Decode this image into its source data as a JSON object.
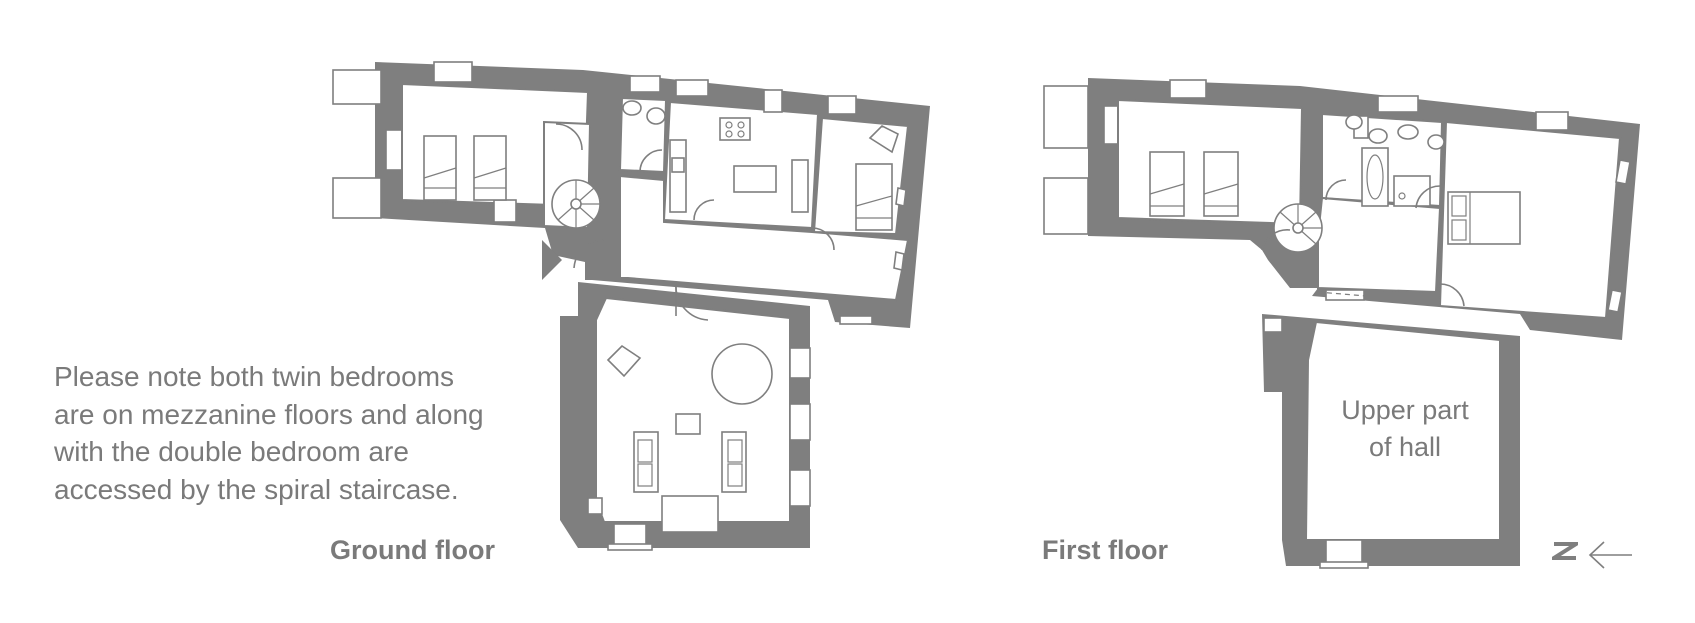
{
  "note": {
    "lines": [
      "Please note both twin bedrooms",
      "are on mezzanine floors and along",
      "with the double bedroom are",
      "accessed by the spiral staircase."
    ]
  },
  "labels": {
    "ground_floor": "Ground floor",
    "first_floor": "First floor",
    "upper_hall_lines": [
      "Upper part",
      "of hall"
    ]
  },
  "compass": {
    "letter": "N",
    "direction": "left"
  },
  "colors": {
    "wall": "#7f7f7f",
    "text": "#7a7a7a",
    "background": "#ffffff"
  }
}
